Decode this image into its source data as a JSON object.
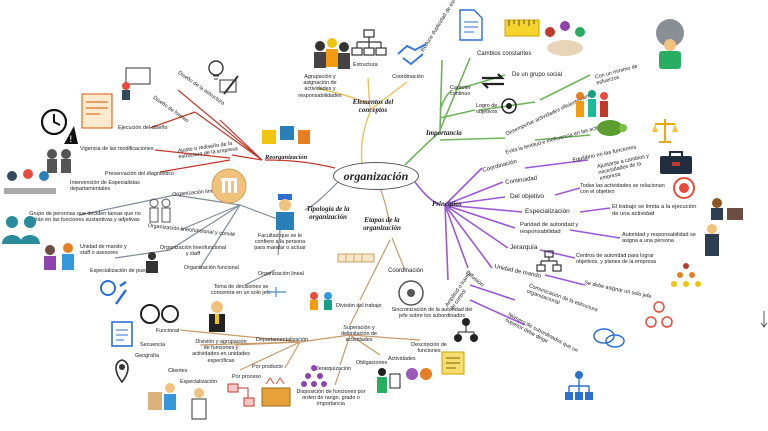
{
  "center": "organización",
  "headings": {
    "elementos": "Elementos del conceptos",
    "importancia": "Importancia",
    "principios": "Principios",
    "tipologia": "Tipología de la organización",
    "etapas": "Etapas de la organización",
    "reorganizacion": "Reorganización"
  },
  "elementos": {
    "estructura": "Estructura",
    "coordinacion": "Coordinación",
    "agrupacion": "Agrupación y asignación de actividades y responsabilidades"
  },
  "importancia": {
    "reduce": "Reduce duplicidad de esfuerzo",
    "cambios": "Cambios constantes",
    "caracter": "Carácter continuo",
    "grupo": "De un grupo social",
    "logro": "Logro de objetivos",
    "desempena": "Desempeñar actividades eficientemente",
    "minimo": "Con un mínimo de esfuerzos",
    "evita": "Evita la lentitud e ineficiencia en las actividades",
    "equilibrio": "Equilibrio en las funciones"
  },
  "principios": {
    "coordinacion": "Coordinación",
    "ajustarse": "Ajustarse a cambios y necesidades de la empresa",
    "continuidad": "Continuidad",
    "del_objetivo": "Del objetivo",
    "del_objetivo_desc": "Todas las actividades se relacionan con el objetivo",
    "especializacion": "Especialización",
    "especializacion_desc": "El trabajo se limita a la ejecución de una actividad",
    "paridad": "Paridad de autoridad y responsabilidad",
    "paridad_desc": "Autoridad y responsabilidad se asigna a una persona",
    "jerarquia": "Jerarquía",
    "jerarquia_desc": "Centros de autoridad para lograr objetivos, y planes de la empresa",
    "unidad_mando": "Unidad de mando",
    "unidad_mando_desc": "Se debe asignar un solo jefe",
    "difusion": "Difusión",
    "amplitud": "Amplitud o tramo de control",
    "comunicacion": "Comunicación de la estructura organizacional",
    "numero": "Número de subordinados que un superior debe dirigir"
  },
  "reorganizacion": {
    "ejecucion": "Ejecución del diseño",
    "diseno_formas": "Diseño de formas",
    "diseno_estructura": "Diseño de la estructura",
    "ajuste": "Ajuste o rediseño de la estructura de la empresa",
    "vigencia": "Vigencia de las modificaciones",
    "preservacion": "Preservación del diagnóstico"
  },
  "tipologia": {
    "lineal_militar": "Organización lineal militar",
    "intervencion": "Intervención de Especialistas departamentales",
    "grupo_personas": "Grupo de personas que deciden tareas que no están en las funciones sustantivas y adjetivas",
    "lineofuncional_comite": "Organización lineofuncional y comité",
    "unidad_staff": "Unidad de mando y staff o asesores",
    "lineofuncional_staff": "Organización lineofuncional y staff",
    "funcional": "Organización funcional",
    "especializacion_puestos": "Especialización de puestos",
    "facultad": "Facultad que se le confiere a la persona para mandar o actuar",
    "lineal": "Organización lineal",
    "toma": "Toma de decisiones se concentra en un solo jefe"
  },
  "etapas": {
    "coordinacion": "Coordinación",
    "sincronizacion": "Sincronización de la autoridad del jefe sobre los subordinados",
    "division": "División del trabajo",
    "superacion": "Superación y delimitación de actividades",
    "departamentalizacion": "Departamentalización",
    "funcional": "Funcional",
    "secuencia": "Secuencia",
    "geografia": "Geografía",
    "clientes": "Clientes",
    "especializacion": "Especialización",
    "por_proceso": "Por proceso",
    "por_producto": "Por producto",
    "division_agrupacion": "División y agrupación de funciones y actividades en unidades específicas",
    "jerarquizacion": "Jerarquización",
    "obligaciones": "Obligaciones",
    "actividades": "Actividades",
    "descripcion": "Descripción de funciones",
    "disposicion": "Disposición de funciones por orden de rango, grado o importancia"
  },
  "colors": {
    "elementos": "#e8c25a",
    "importancia": "#6fb35a",
    "principios": "#9b59d6",
    "reorganizacion": "#c0392b",
    "tipologia": "#7f8c9a",
    "etapas": "#c89a6a"
  }
}
